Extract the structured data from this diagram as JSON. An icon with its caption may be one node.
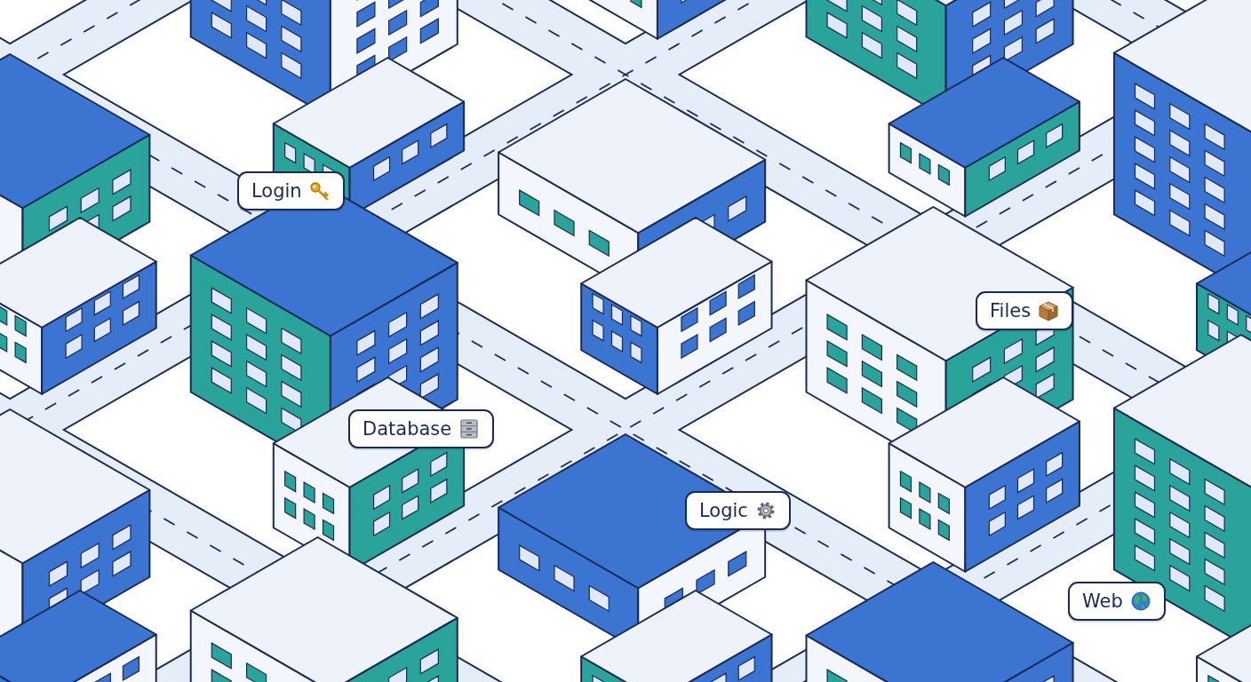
{
  "diagram": {
    "nodes": [
      {
        "text": [
          "Login"
        ]
      },
      {
        "text": [
          "Files"
        ]
      },
      {
        "text": [
          "Database"
        ]
      },
      {
        "text": [
          "Logic"
        ]
      },
      {
        "text": [
          "Web"
        ]
      }
    ]
  }
}
